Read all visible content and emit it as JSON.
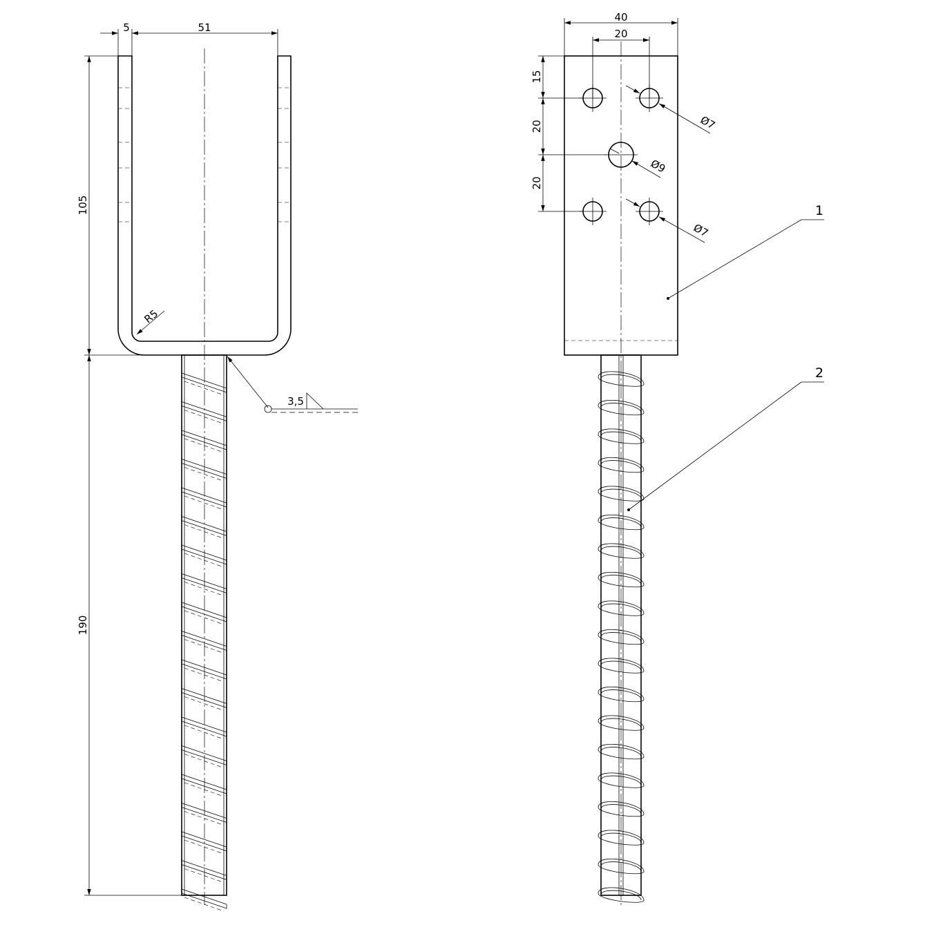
{
  "front_view": {
    "dims": {
      "wall_thickness": "5",
      "inner_width": "51",
      "bracket_height": "105",
      "rod_length": "190",
      "inner_radius": "R5"
    },
    "weld_symbol": {
      "size": "3,5"
    }
  },
  "side_view": {
    "dims": {
      "plate_width": "40",
      "hole_spacing": "20",
      "top_offset": "15",
      "vertical_spacing_1": "20",
      "vertical_spacing_2": "20",
      "small_hole_upper": "Ø7",
      "center_hole": "Ø9",
      "small_hole_lower": "Ø7"
    },
    "callouts": [
      {
        "number": "1"
      },
      {
        "number": "2"
      }
    ]
  }
}
